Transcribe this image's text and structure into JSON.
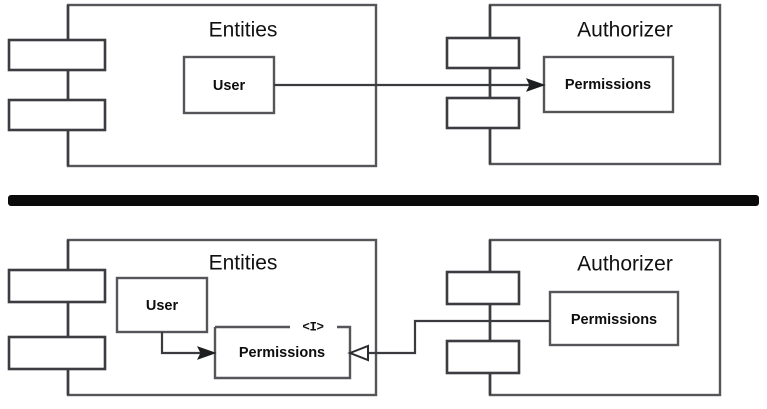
{
  "diagram": {
    "title": "UML package diagram comparing two dependency arrangements",
    "background_color": "#ffffff",
    "line_color": "#55565a",
    "text_color": "#111111",
    "divider": {
      "name": "horizontal-divider-bar",
      "color": "#0a0a0a"
    },
    "panels": [
      {
        "id": "before",
        "packages": [
          {
            "id": "entities-top",
            "title": "Entities",
            "ports": [
              "",
              ""
            ],
            "nodes": [
              {
                "id": "user-top",
                "label": "User",
                "stereotype": ""
              }
            ]
          },
          {
            "id": "authorizer-top",
            "title": "Authorizer",
            "ports": [
              "",
              ""
            ],
            "nodes": [
              {
                "id": "permissions-top",
                "label": "Permissions",
                "stereotype": ""
              }
            ]
          }
        ],
        "connectors": [
          {
            "id": "user-to-permissions",
            "from": "user-top",
            "to": "permissions-top",
            "arrow": "solid"
          }
        ]
      },
      {
        "id": "after",
        "packages": [
          {
            "id": "entities-bottom",
            "title": "Entities",
            "ports": [
              "",
              ""
            ],
            "nodes": [
              {
                "id": "user-bottom",
                "label": "User",
                "stereotype": ""
              },
              {
                "id": "permissions-interface",
                "label": "Permissions",
                "stereotype": "<I>"
              }
            ]
          },
          {
            "id": "authorizer-bottom",
            "title": "Authorizer",
            "ports": [
              "",
              ""
            ],
            "nodes": [
              {
                "id": "permissions-impl",
                "label": "Permissions",
                "stereotype": ""
              }
            ]
          }
        ],
        "connectors": [
          {
            "id": "user-to-permissions-interface",
            "from": "user-bottom",
            "to": "permissions-interface",
            "arrow": "solid"
          },
          {
            "id": "permissions-impl-realizes-interface",
            "from": "permissions-impl",
            "to": "permissions-interface",
            "arrow": "hollow"
          }
        ]
      }
    ]
  }
}
